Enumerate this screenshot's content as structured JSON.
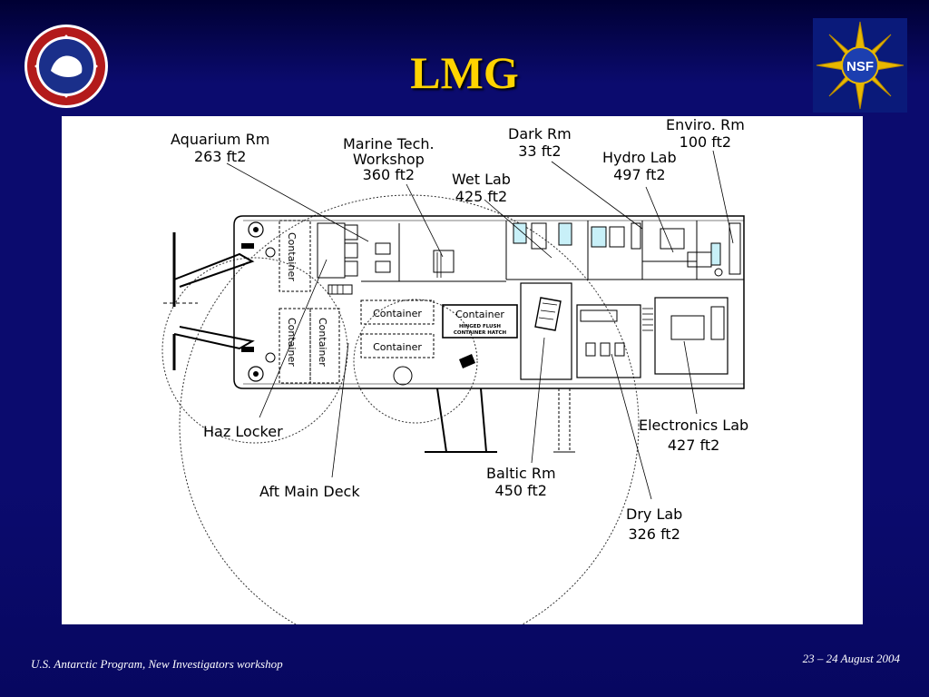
{
  "slide": {
    "title": "LMG",
    "footer_left": "U.S. Antarctic Program, New Investigators workshop",
    "footer_right": "23 – 24 August 2004"
  },
  "logos": {
    "left": "usap-nsf-seal-icon",
    "right": "nsf-logo-icon",
    "right_text": "NSF"
  },
  "deck_plan": {
    "rooms": [
      {
        "id": "aquarium",
        "name": "Aquarium Rm",
        "area": "263 ft2"
      },
      {
        "id": "marine-tech",
        "name_line1": "Marine Tech.",
        "name_line2": "Workshop",
        "area": "360 ft2"
      },
      {
        "id": "wet-lab",
        "name": "Wet Lab",
        "area": "425 ft2"
      },
      {
        "id": "dark-rm",
        "name": "Dark Rm",
        "area": "33 ft2"
      },
      {
        "id": "hydro-lab",
        "name": "Hydro Lab",
        "area": "497 ft2"
      },
      {
        "id": "enviro-rm",
        "name": "Enviro. Rm",
        "area": "100 ft2"
      },
      {
        "id": "haz-locker",
        "name": "Haz Locker"
      },
      {
        "id": "aft-main-deck",
        "name": "Aft Main Deck"
      },
      {
        "id": "baltic-rm",
        "name": "Baltic Rm",
        "area": "450 ft2"
      },
      {
        "id": "dry-lab",
        "name": "Dry Lab",
        "area": "326 ft2"
      },
      {
        "id": "electronics-lab",
        "name": "Electronics Lab",
        "area": "427 ft2"
      }
    ],
    "containers": {
      "c1": "Container",
      "c2": "Container",
      "c3": "Container",
      "c4": "Container",
      "c5": "Container",
      "c6": "Container",
      "hatch_line1": "HINGED FLUSH",
      "hatch_line2": "CONTAINER HATCH"
    }
  }
}
